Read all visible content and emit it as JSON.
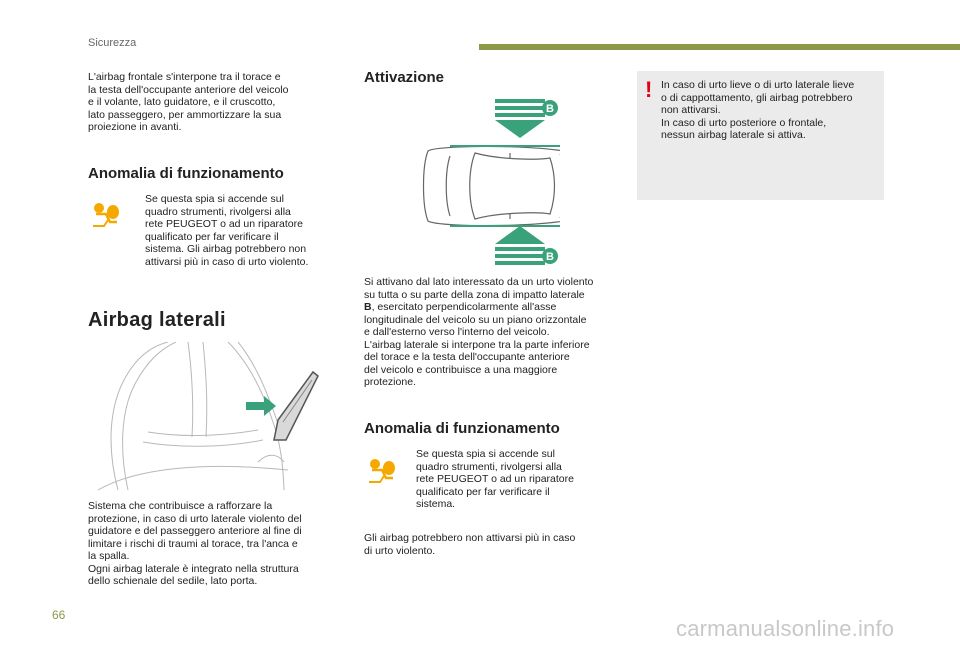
{
  "header": {
    "section_title": "Sicurezza",
    "accent_color": "#8a9a4a"
  },
  "col1": {
    "intro": "L'airbag frontale s'interpone tra il torace e\nla testa dell'occupante anteriore del veicolo\ne il volante, lato guidatore, e il cruscotto,\nlato passeggero, per ammortizzare la sua\nproiezione in avanti.",
    "fault_heading": "Anomalia di funzionamento",
    "fault_text": "Se questa spia si accende sul\nquadro strumenti, rivolgersi alla\nrete PEUGEOT o ad un riparatore\nqualificato per far verificare il\nsistema. Gli airbag potrebbero non\nattivarsi più in caso di urto violento.",
    "side_heading": "Airbag laterali",
    "side_text": "Sistema che contribuisce a rafforzare la\nprotezione, in caso di urto laterale violento del\nguidatore e del passeggero anteriore al fine di\nlimitare i rischi di traumi al torace, tra l'anca e\nla spalla.\nOgni airbag laterale è integrato nella struttura\ndello schienale del sedile, lato porta."
  },
  "col2": {
    "activation_heading": "Attivazione",
    "diagram_label_top": "B",
    "diagram_label_bottom": "B",
    "activation_text_part1": "Si attivano dal lato interessato da un urto violento\nsu tutta o su parte della zona di impatto laterale\n",
    "activation_bold": "B",
    "activation_text_part2": ", esercitato perpendicolarmente all'asse\nlongitudinale del veicolo su un piano orizzontale\ne dall'esterno verso l'interno del veicolo.\nL'airbag laterale si interpone tra la parte inferiore\ndel torace e la testa dell'occupante anteriore\ndel veicolo e contribuisce a una maggiore\nprotezione.",
    "fault_heading": "Anomalia di funzionamento",
    "fault_text": "Se questa spia si accende sul\nquadro strumenti, rivolgersi alla\nrete PEUGEOT o ad un riparatore\nqualificato per far verificare il\nsistema.",
    "after_text": "Gli airbag potrebbero non attivarsi più in caso\ndi urto violento."
  },
  "col3": {
    "warning_mark": "!",
    "warning_text": "In caso di urto lieve o di urto laterale lieve\no di cappottamento, gli airbag potrebbero\nnon attivarsi.\nIn caso di urto posteriore o frontale,\nnessun airbag laterale si attiva."
  },
  "footer": {
    "page_number": "66",
    "watermark": "carmanualsonline.info"
  },
  "colors": {
    "warning_icon": "#f5a800",
    "diagram_green": "#3aa27a",
    "warning_red": "#e2001a"
  },
  "icons": [
    "airbag-warning-light-icon",
    "car-top-view-diagram",
    "seat-side-airbag-diagram",
    "impact-arrow-icon"
  ]
}
